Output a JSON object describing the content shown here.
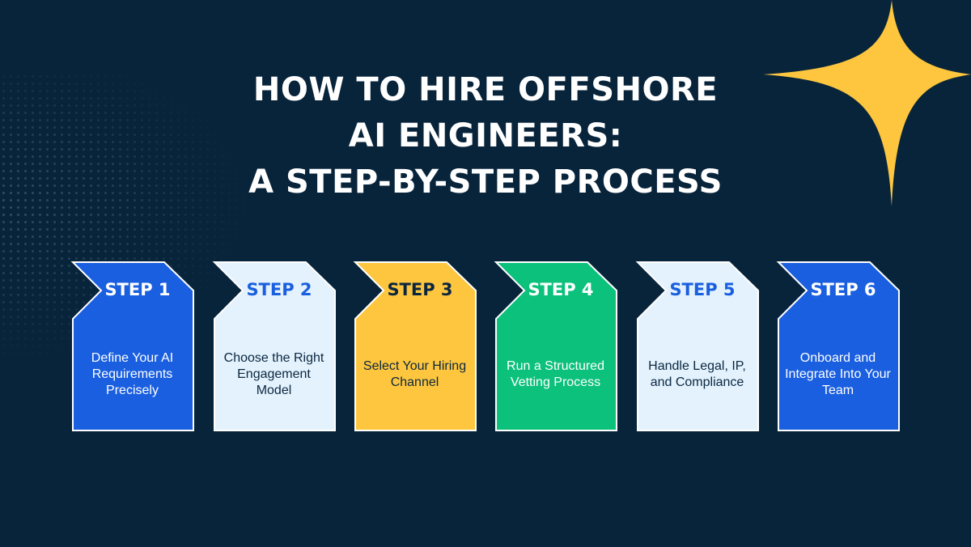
{
  "title": {
    "line1": "HOW TO HIRE OFFSHORE",
    "line2": "AI ENGINEERS:",
    "line3": "A STEP-BY-STEP PROCESS"
  },
  "colors": {
    "background": "#08243b",
    "star": "#fdc63e",
    "blue": "#1a5fe0",
    "light_blue": "#e3f2fd",
    "yellow": "#fdc63e",
    "green": "#0cc17c"
  },
  "steps": [
    {
      "label": "STEP 1",
      "description": "Define Your AI Requirements Precisely",
      "fill": "#1a5fe0",
      "label_color": "#ffffff",
      "text_color": "#ffffff"
    },
    {
      "label": "STEP 2",
      "description": "Choose the Right Engagement Model",
      "fill": "#e3f2fd",
      "label_color": "#1a5fe0",
      "text_color": "#0b2740"
    },
    {
      "label": "STEP 3",
      "description": "Select Your Hiring Channel",
      "fill": "#fdc63e",
      "label_color": "#0b2740",
      "text_color": "#0b2740"
    },
    {
      "label": "STEP 4",
      "description": "Run a Structured Vetting Process",
      "fill": "#0cc17c",
      "label_color": "#ffffff",
      "text_color": "#ffffff"
    },
    {
      "label": "STEP 5",
      "description": "Handle Legal, IP, and Compliance",
      "fill": "#e3f2fd",
      "label_color": "#1a5fe0",
      "text_color": "#0b2740"
    },
    {
      "label": "STEP 6",
      "description": "Onboard and Integrate Into Your Team",
      "fill": "#1a5fe0",
      "label_color": "#ffffff",
      "text_color": "#ffffff"
    }
  ]
}
